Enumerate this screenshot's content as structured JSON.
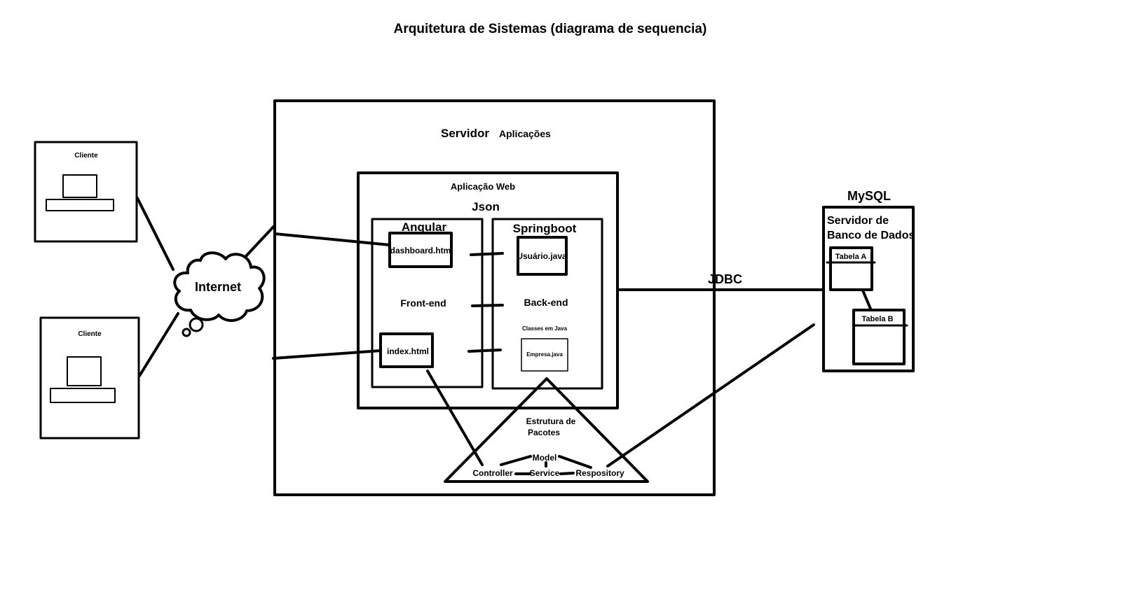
{
  "title": "Arquitetura de Sistemas (diagrama de sequencia)",
  "clients": [
    {
      "label": "Cliente"
    },
    {
      "label": "Cliente"
    }
  ],
  "internet": {
    "label": "Internet"
  },
  "server": {
    "title": "Servidor",
    "subtitle": "Aplicações",
    "webapp": {
      "label": "Aplicação Web",
      "json_label": "Json",
      "angular": {
        "label": "Angular",
        "section_label": "Front-end",
        "files": [
          "dashboard.htm",
          "index.html"
        ]
      },
      "springboot": {
        "label": "Springboot",
        "section_label": "Back-end",
        "note": "Classes em Java",
        "files": [
          "Usuário.java",
          "Empresa.java"
        ]
      }
    },
    "packages": {
      "label_line1": "Estrutura de",
      "label_line2": "Pacotes",
      "items": [
        "Model",
        "Controller",
        "Service",
        "Respository"
      ]
    }
  },
  "connection_label": "JDBC",
  "database": {
    "title": "MySQL",
    "label_line1": "Servidor de",
    "label_line2": "Banco de Dados",
    "tables": [
      "Tabela A",
      "Tabela B"
    ]
  }
}
